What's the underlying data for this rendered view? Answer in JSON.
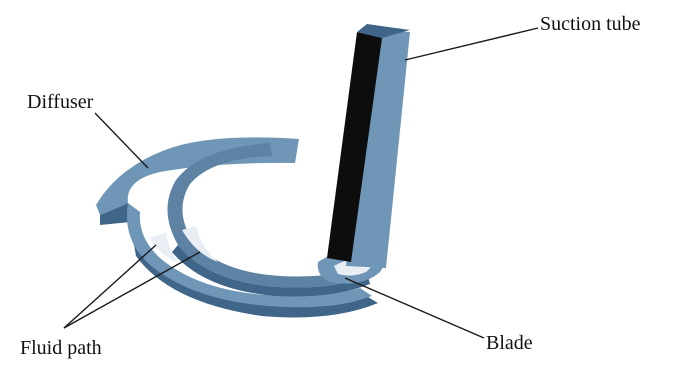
{
  "labels": {
    "suction_tube": "Suction tube",
    "diffuser": "Diffuser",
    "fluid_path": "Fluid path",
    "blade": "Blade"
  },
  "colors": {
    "part_top": "#6f96b7",
    "part_side": "#3f6688",
    "part_dark": "#2c4a66",
    "tube_front": "#0d0d0d",
    "tube_side": "#6f96b7",
    "leader_line": "#1a1a1a",
    "background": "#ffffff"
  }
}
